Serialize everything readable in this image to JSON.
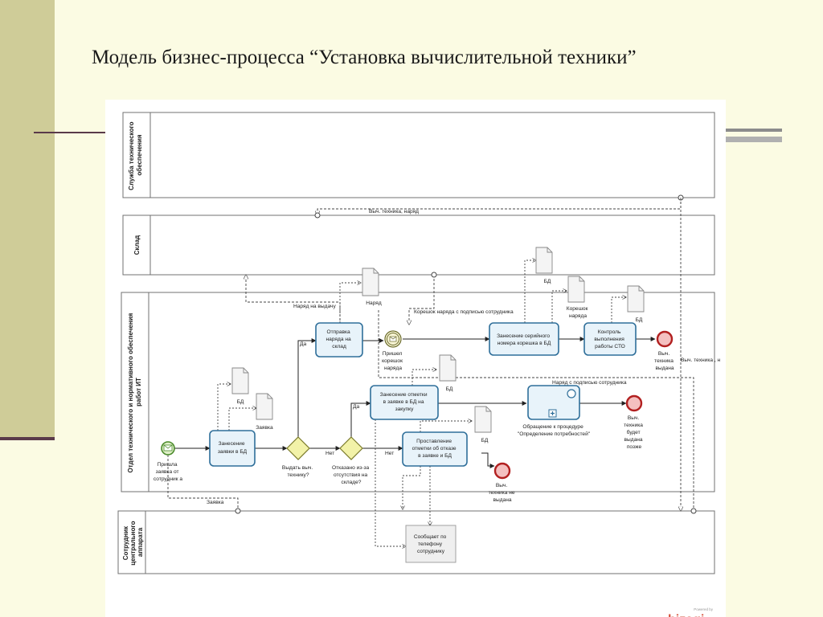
{
  "slide": {
    "title": "Модель бизнес-процесса “Установка вычислительной техники”"
  },
  "diagram": {
    "lanes": [
      {
        "label_lines": [
          "Служба технического",
          "обеспечения"
        ]
      },
      {
        "label_lines": [
          "Склад"
        ]
      },
      {
        "label_lines": [
          "Отдел технического и нормативного обеспечения",
          "работ ИТ"
        ]
      },
      {
        "label_lines": [
          "Сотрудник",
          "центрального",
          "аппарата"
        ]
      }
    ],
    "tasks": {
      "zanesenie_zayavki": [
        "Занесение",
        "заявки в БД"
      ],
      "otpravka_naryada": [
        "Отправка",
        "наряда на",
        "склад"
      ],
      "zanesenie_serijnogo": [
        "Занесение серийного",
        "номера корешка в БД"
      ],
      "kontrol_vypolneniya": [
        "Контроль",
        "выполнения",
        "работы СТО"
      ],
      "zanesenie_otmetki_zakupka": [
        "Занесение отметки",
        "в заявке в БД на",
        "закупку"
      ],
      "prostavlenie_otmetki_otkaz": [
        "Проставление",
        "отметки об отказе",
        "в заявке и БД"
      ]
    },
    "subprocess_label": [
      "Обращение к процедуре",
      "\"Определение потребностей\""
    ],
    "note_text": [
      "Сообщает по",
      "телефону",
      "сотруднику"
    ],
    "gateways": {
      "vydat_label": [
        "Выдать выч.",
        "технику?"
      ],
      "otkazano_label": [
        "Отказано из-за",
        "отсутствия на",
        "складе?"
      ]
    },
    "events": {
      "start_label": [
        "Пришла",
        "заявка от",
        "сотрудник а"
      ],
      "catch_label": [
        "Пришел",
        "корешок",
        "наряда"
      ],
      "end_vydana": [
        "Выч.",
        "техника",
        "выдана"
      ],
      "end_pozzhe": [
        "Выч.",
        "техника",
        "будет",
        "выдана",
        "позже"
      ],
      "end_ne_vydana": [
        "Выч.",
        "техника не",
        "выдана"
      ]
    },
    "flow_labels": {
      "da1": "Да",
      "da2": "Да",
      "net1": "Нет",
      "net2": "Нет"
    },
    "message_labels": {
      "vych_tekhnika_naryad": "Выч. техника, наряд",
      "naryad_na_vydachu": "Наряд на выдачу",
      "koreshok_s_podpisyu": "Корешок наряда с подписью сотрудника",
      "naryad_s_podpisyu": "Наряд с подписью сотрудника",
      "vych_tekhnika_right": "Выч. техника , н",
      "zayavka": "Заявка"
    },
    "data_labels": {
      "bd": "БД",
      "naryad": "Наряд",
      "zayavka": "Заявка",
      "koreshok_naryada": [
        "Корешок",
        "наряда"
      ]
    },
    "watermark": {
      "powered_by": "Powered by",
      "brand": "bizagi"
    }
  }
}
